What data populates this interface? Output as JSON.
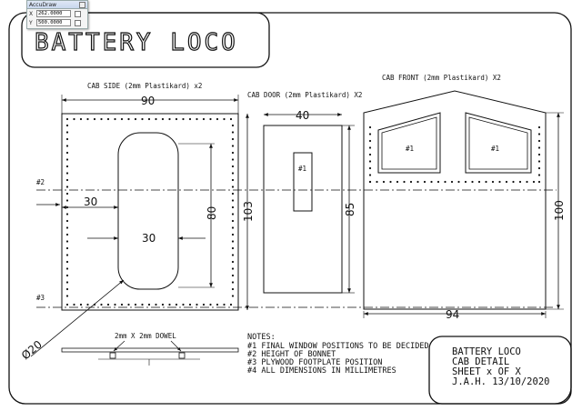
{
  "accudraw": {
    "title": "AccuDraw",
    "x_label": "X",
    "y_label": "Y",
    "x_value": "262.0000",
    "y_value": "500.0000"
  },
  "drawing": {
    "title": "BATTERY LOCO",
    "cab_side": {
      "label": "CAB SIDE (2mm Plastikard) x2",
      "dim_width": "90",
      "dim_height": "103",
      "dim_window_height": "80",
      "dim_30_a": "30",
      "dim_30_b": "30",
      "mark_2": "#2",
      "mark_3": "#3"
    },
    "cab_door": {
      "label": "CAB DOOR (2mm Plastikard) X2",
      "dim_width": "40",
      "dim_height": "85",
      "mark_1": "#1"
    },
    "cab_front": {
      "label": "CAB FRONT (2mm Plastikard) X2",
      "dim_width": "94",
      "dim_height": "100",
      "mark_1a": "#1",
      "mark_1b": "#1"
    },
    "dowel_label": "2mm X 2mm DOWEL",
    "diameter_label": "Ø20",
    "notes": [
      "NOTES:",
      "#1 FINAL WINDOW POSITIONS TO BE DECIDED",
      "#2 HEIGHT OF BONNET",
      "#3 PLYWOOD FOOTPLATE POSITION",
      "#4 ALL DIMENSIONS IN MILLIMETRES"
    ],
    "title_block": [
      "BATTERY LOCO",
      "CAB DETAIL",
      "SHEET x OF X",
      "J.A.H. 13/10/2020"
    ]
  }
}
